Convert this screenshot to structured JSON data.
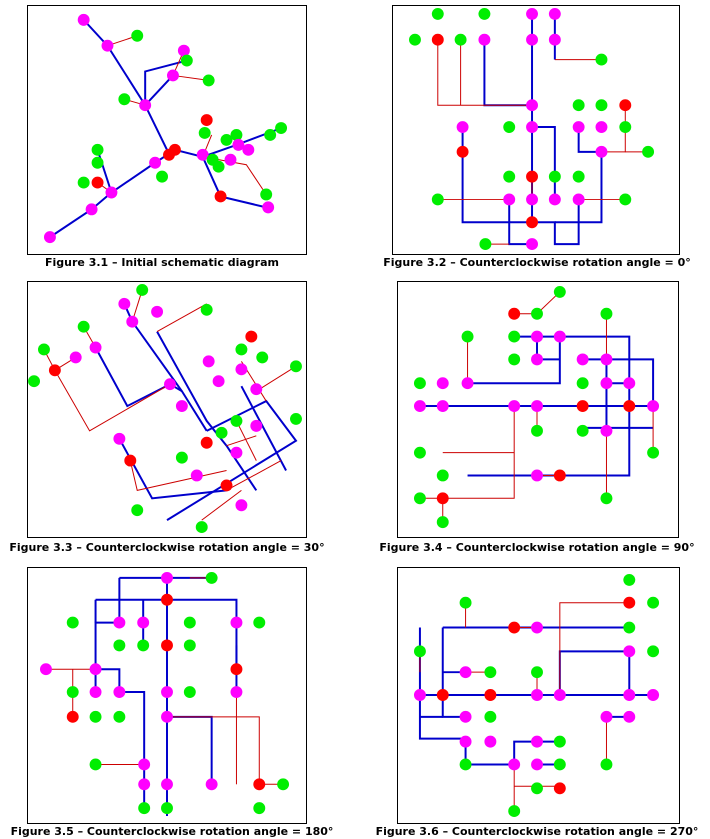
{
  "colors": {
    "magenta_node": "#ff00ff",
    "green_node": "#00ee00",
    "red_node": "#ff0000",
    "blue_link": "#0000cc",
    "red_link": "#cc0000"
  },
  "figures": [
    {
      "caption": "Figure 3.1 – Initial schematic diagram"
    },
    {
      "caption": "Figure 3.2 – Counterclockwise rotation angle = 0°"
    },
    {
      "caption": "Figure 3.3 – Counterclockwise rotation angle = 30°"
    },
    {
      "caption": "Figure 3.4 – Counterclockwise rotation angle = 90°"
    },
    {
      "caption": "Figure 3.5 – Counterclockwise rotation angle = 180°"
    },
    {
      "caption": "Figure 3.6 – Counterclockwise rotation angle = 270°"
    }
  ]
}
